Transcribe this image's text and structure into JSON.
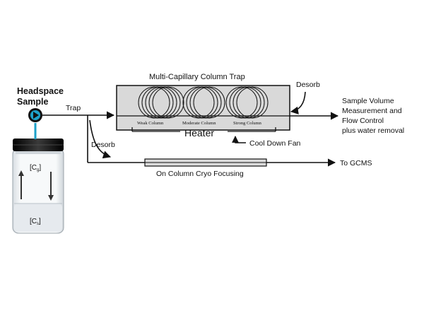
{
  "labels": {
    "headspace_line1": "Headspace",
    "headspace_line2": "Sample",
    "trap": "Trap",
    "desorb_left": "Desorb",
    "desorb_right": "Desorb",
    "trap_title": "Multi-Capillary Column Trap",
    "weak_column": "Weak Column",
    "moderate_column": "Moderate Column",
    "strong_column": "Strong Column",
    "heater": "Heater",
    "cool_down_fan": "Cool Down Fan",
    "output_line1": "Sample Volume",
    "output_line2": "Measurement and",
    "output_line3": "Flow Control",
    "output_line4": "plus water removal",
    "cryo_focusing": "On Column Cryo Focusing",
    "to_gcms": "To GCMS",
    "conc_top_main": "[C",
    "conc_top_sub": "g",
    "conc_top_close": "]",
    "conc_bottom_main": "[C",
    "conc_bottom_sub": "s",
    "conc_bottom_close": "]"
  },
  "colors": {
    "line": "#111111",
    "trap_box_fill": "#d9d9d9",
    "cryo_fill": "#dcdcdc",
    "valve": "#1da1c9",
    "jar_cap": "#1a1a1a",
    "jar_glass": "#f2f4f6",
    "liquid": "#e4e8ec"
  }
}
